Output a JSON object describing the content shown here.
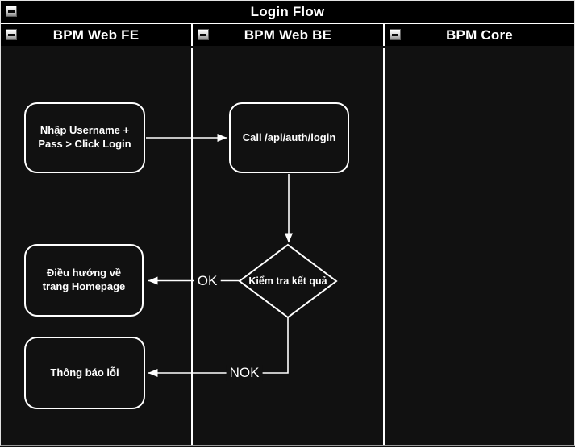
{
  "diagram": {
    "title": "Login Flow",
    "colors": {
      "canvas_background": "#111111",
      "header_background": "#000000",
      "stroke": "#ffffff",
      "text": "#ffffff"
    },
    "lanes": [
      {
        "label": "BPM Web FE"
      },
      {
        "label": "BPM Web BE"
      },
      {
        "label": "BPM Core"
      }
    ],
    "nodes": [
      {
        "label": "Nhập Username + Pass > Click Login",
        "shape": "rounded-rectangle",
        "lane": "BPM Web FE"
      },
      {
        "label": "Call /api/auth/login",
        "shape": "rounded-rectangle",
        "lane": "BPM Web BE"
      },
      {
        "label": "Kiểm tra kết quả",
        "shape": "decision-diamond",
        "lane": "BPM Web BE"
      },
      {
        "label": "Điều hướng về trang Homepage",
        "shape": "rounded-rectangle",
        "lane": "BPM Web FE"
      },
      {
        "label": "Thông báo lỗi",
        "shape": "rounded-rectangle",
        "lane": "BPM Web FE"
      }
    ],
    "edges": [
      {
        "from": "Nhập Username + Pass > Click Login",
        "to": "Call /api/auth/login",
        "label": ""
      },
      {
        "from": "Call /api/auth/login",
        "to": "Kiểm tra kết quả",
        "label": ""
      },
      {
        "from": "Kiểm tra kết quả",
        "to": "Điều hướng về trang Homepage",
        "label": "OK"
      },
      {
        "from": "Kiểm tra kết quả",
        "to": "Thông báo lỗi",
        "label": "NOK"
      }
    ]
  }
}
